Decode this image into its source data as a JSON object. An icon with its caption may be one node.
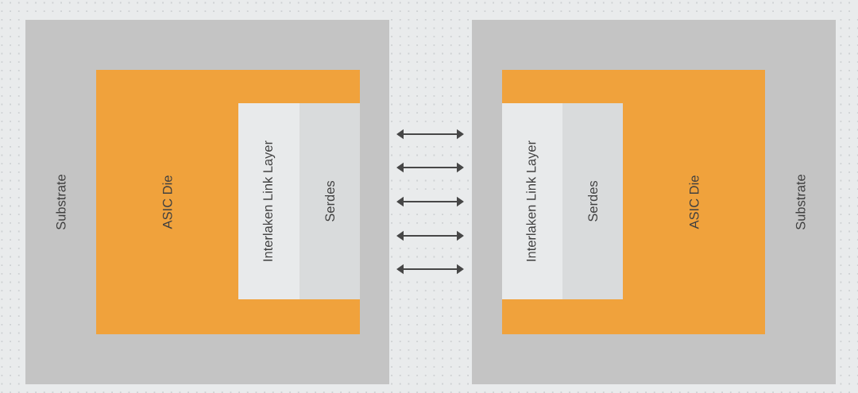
{
  "diagram": {
    "nodes": [
      {
        "text": [
          "Substrate"
        ]
      },
      {
        "text": [
          "ASIC Die"
        ],
        "in": 0
      },
      {
        "text": [
          "Interlaken Link Layer"
        ],
        "in": 1
      },
      {
        "text": [
          "Serdes"
        ],
        "in": 1
      },
      {
        "text": [
          "Substrate"
        ]
      },
      {
        "text": [
          "ASIC Die"
        ],
        "in": 4
      },
      {
        "text": [
          "Interlaken Link Layer"
        ],
        "in": 5
      },
      {
        "text": [
          "Serdes"
        ],
        "in": 5
      }
    ],
    "edges": [
      {
        "from": 0,
        "to": 4,
        "arrow": "both"
      },
      {
        "from": 0,
        "to": 4,
        "arrow": "both"
      },
      {
        "from": 0,
        "to": 4,
        "arrow": "both"
      },
      {
        "from": 0,
        "to": 4,
        "arrow": "both"
      },
      {
        "from": 0,
        "to": 4,
        "arrow": "both"
      }
    ]
  }
}
